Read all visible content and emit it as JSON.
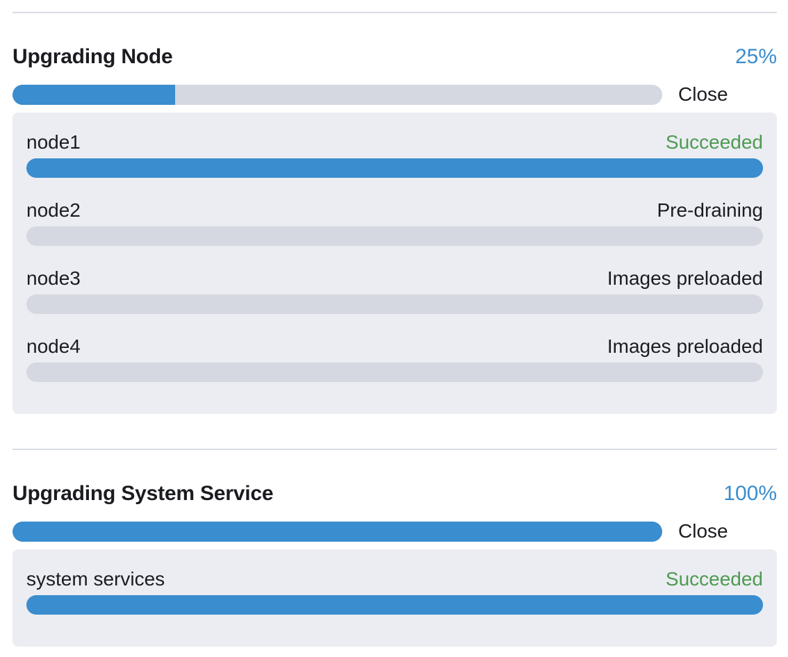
{
  "colors": {
    "accent_blue": "#3a8dce",
    "track_gray": "#d5d8e0",
    "panel_background": "#ebedf2",
    "success_green": "#4e9a52",
    "text_dark": "#1b1c21",
    "divider_gray": "#d9dce4"
  },
  "sections": [
    {
      "title": "Upgrading Node",
      "percent_label": "25%",
      "percent": 25,
      "close_label": "Close",
      "items": [
        {
          "name": "node1",
          "status": "Succeeded",
          "status_type": "success",
          "progress": 100
        },
        {
          "name": "node2",
          "status": "Pre-draining",
          "status_type": "normal",
          "progress": 0
        },
        {
          "name": "node3",
          "status": "Images preloaded",
          "status_type": "normal",
          "progress": 0
        },
        {
          "name": "node4",
          "status": "Images preloaded",
          "status_type": "normal",
          "progress": 0
        }
      ]
    },
    {
      "title": "Upgrading System Service",
      "percent_label": "100%",
      "percent": 100,
      "close_label": "Close",
      "items": [
        {
          "name": "system services",
          "status": "Succeeded",
          "status_type": "success",
          "progress": 100
        }
      ]
    }
  ]
}
